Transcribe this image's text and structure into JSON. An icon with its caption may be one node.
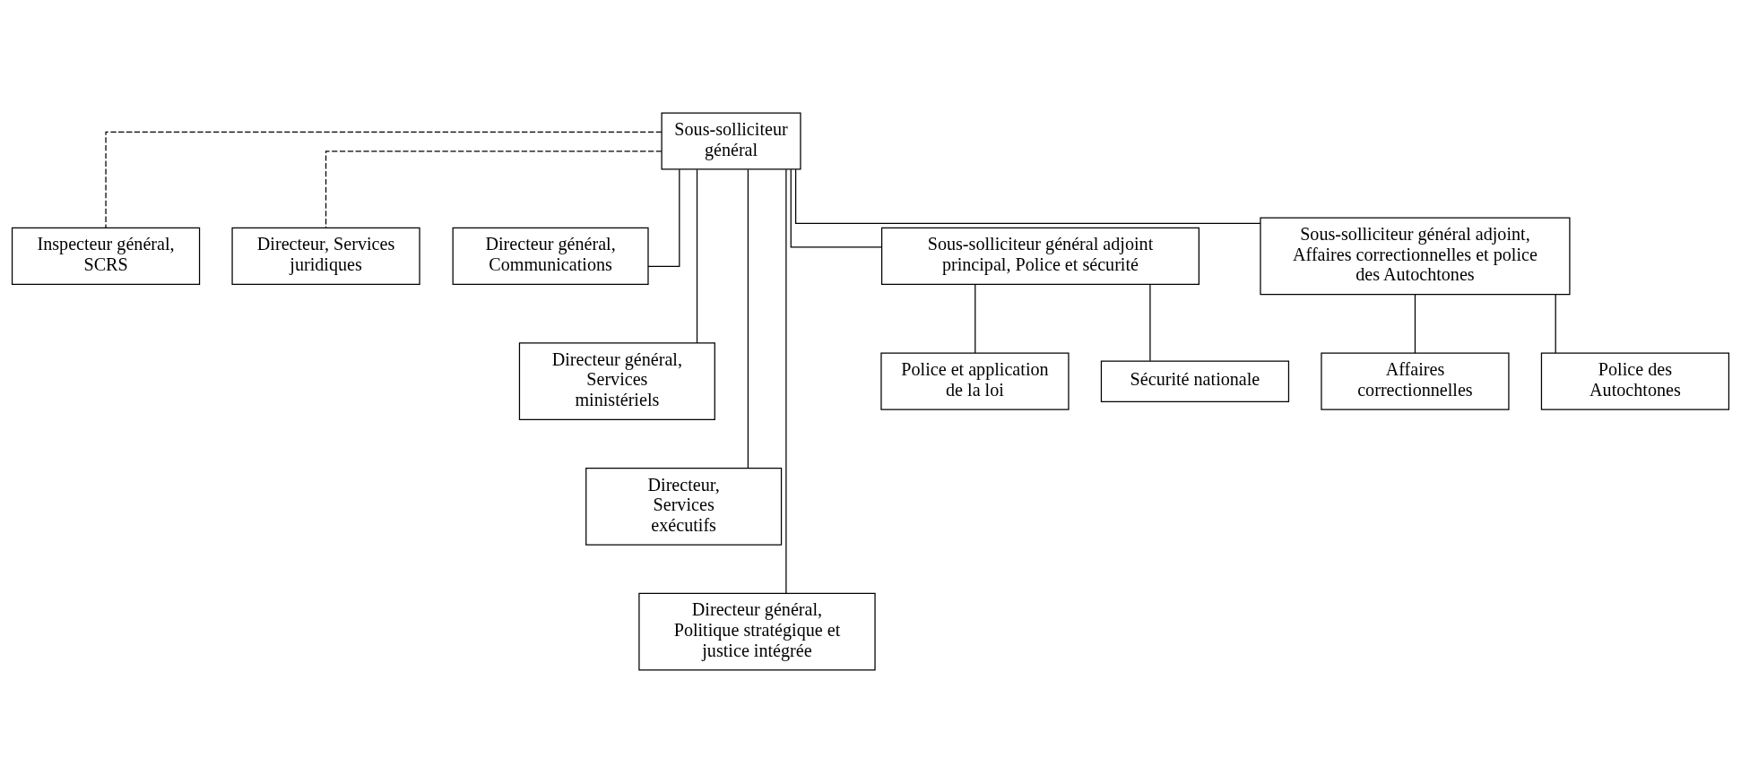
{
  "diagram": {
    "nodes": [
      {
        "text": [
          "Sous-solliciteur général"
        ]
      },
      {
        "text": [
          "Inspecteur général, SCRS"
        ]
      },
      {
        "text": [
          "Directeur, Services juridiques"
        ]
      },
      {
        "text": [
          "Directeur général, Communications"
        ]
      },
      {
        "text": [
          "Directeur général, Services ministériels"
        ]
      },
      {
        "text": [
          "Directeur, Services exécutifs"
        ]
      },
      {
        "text": [
          "Directeur général, Politique stratégique et justice intégrée"
        ]
      },
      {
        "text": [
          "Sous-solliciteur général adjoint principal, Police et sécurité"
        ]
      },
      {
        "text": [
          "Sous-solliciteur général adjoint, Affaires correctionnelles et police des Autochtones"
        ]
      },
      {
        "text": [
          "Police et application de la loi"
        ]
      },
      {
        "text": [
          "Sécurité nationale"
        ]
      },
      {
        "text": [
          "Affaires correctionnelles"
        ]
      },
      {
        "text": [
          "Police des Autochtones"
        ]
      }
    ],
    "edges": [
      {
        "from": 0,
        "to": 1,
        "arrow": "none",
        "style": "dashed"
      },
      {
        "from": 0,
        "to": 2,
        "arrow": "none",
        "style": "dashed"
      },
      {
        "from": 0,
        "to": 3,
        "arrow": "none"
      },
      {
        "from": 0,
        "to": 4,
        "arrow": "none"
      },
      {
        "from": 0,
        "to": 5,
        "arrow": "none"
      },
      {
        "from": 0,
        "to": 6,
        "arrow": "none"
      },
      {
        "from": 0,
        "to": 7,
        "arrow": "none"
      },
      {
        "from": 0,
        "to": 8,
        "arrow": "none"
      },
      {
        "from": 7,
        "to": 9,
        "arrow": "none"
      },
      {
        "from": 7,
        "to": 10,
        "arrow": "none"
      },
      {
        "from": 8,
        "to": 11,
        "arrow": "none"
      },
      {
        "from": 8,
        "to": 12,
        "arrow": "none"
      }
    ]
  }
}
